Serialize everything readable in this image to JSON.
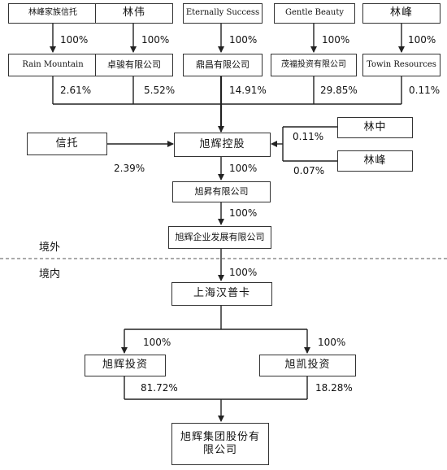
{
  "entities": {
    "lin_family_trust": "林峰家族信托",
    "lin_wei": "林伟",
    "eternally_success": "Eternally Success",
    "gentle_beauty": "Gentle Beauty",
    "lin_feng_top": "林峰",
    "rain_mountain": "Rain Mountain",
    "zhuojun": "卓骏有限公司",
    "dingchang": "鼎昌有限公司",
    "maofu": "茂福投资有限公司",
    "towin": "Towin Resources",
    "trust": "信托",
    "xuhui_holdings": "旭辉控股",
    "lin_zhong": "林中",
    "lin_feng_right": "林峰",
    "xusheng": "旭昇有限公司",
    "xuhui_enterprise": "旭辉企业发展有限公司",
    "shanghai_hanpuka": "上海汉普卡",
    "xuhui_investment": "旭辉投资",
    "xukai_investment": "旭凯投资",
    "xuhui_group": "旭辉集团股份有限公司"
  },
  "percentages": {
    "trust_to_rain": "100%",
    "linwei_to_zhuojun": "100%",
    "eternally_to_dingchang": "100%",
    "gentle_to_maofu": "100%",
    "linfeng_to_towin": "100%",
    "rain_to_holdings": "2.61%",
    "zhuojun_to_holdings": "5.52%",
    "dingchang_to_holdings": "14.91%",
    "maofu_to_holdings": "29.85%",
    "towin_to_holdings": "0.11%",
    "trust_to_holdings": "2.39%",
    "linzhong_to_holdings": "0.11%",
    "linfeng_to_holdings": "0.07%",
    "holdings_to_xusheng": "100%",
    "xusheng_to_enterprise": "100%",
    "enterprise_to_hanpuka": "100%",
    "hanpuka_to_investment": "100%",
    "hanpuka_to_xukai": "100%",
    "investment_to_group": "81.72%",
    "xukai_to_group": "18.28%"
  },
  "regions": {
    "offshore": "境外",
    "onshore": "境内"
  }
}
